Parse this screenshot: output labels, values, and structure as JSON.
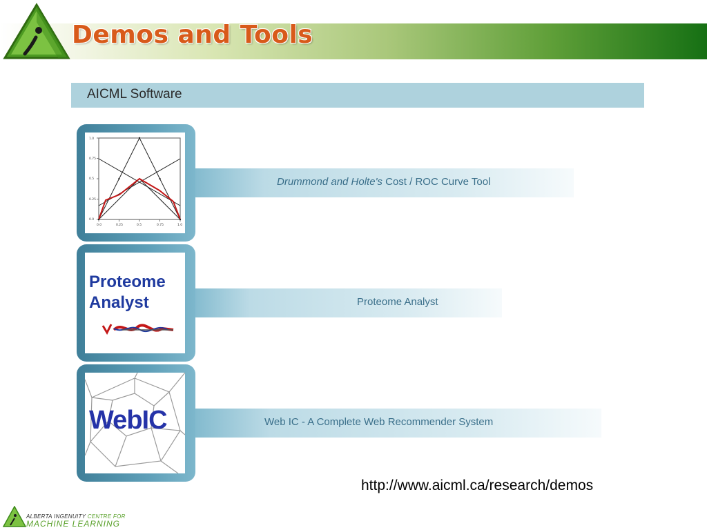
{
  "header": {
    "title": "Demos and Tools"
  },
  "section": {
    "title": "AICML Software"
  },
  "tools": [
    {
      "label_italic": "Drummond and Holte's",
      "label_rest": " Cost / ROC Curve Tool"
    },
    {
      "label": "Proteome Analyst",
      "thumb_line1": "Proteome",
      "thumb_line2": "Analyst"
    },
    {
      "label": "Web IC - A Complete Web Recommender System",
      "thumb_text": "WebIC"
    }
  ],
  "chart_thumb": {
    "x_ticks": [
      "0.0",
      "0.25",
      "0.5",
      "0.75",
      "1.0"
    ],
    "y_ticks": [
      "0.0",
      "0.25",
      "0.5",
      "0.75",
      "1.0"
    ]
  },
  "footer": {
    "url": "http://www.aicml.ca/research/demos",
    "org_line1_a": "ALBERTA INGENUITY",
    "org_line1_b": "CENTRE FOR",
    "org_line2": "MACHINE LEARNING"
  },
  "colors": {
    "title": "#d85a1a",
    "band_dark": "#167014",
    "section_bar": "#aed2dd",
    "frame": "#3f7f99",
    "label": "#3a6f8a"
  }
}
